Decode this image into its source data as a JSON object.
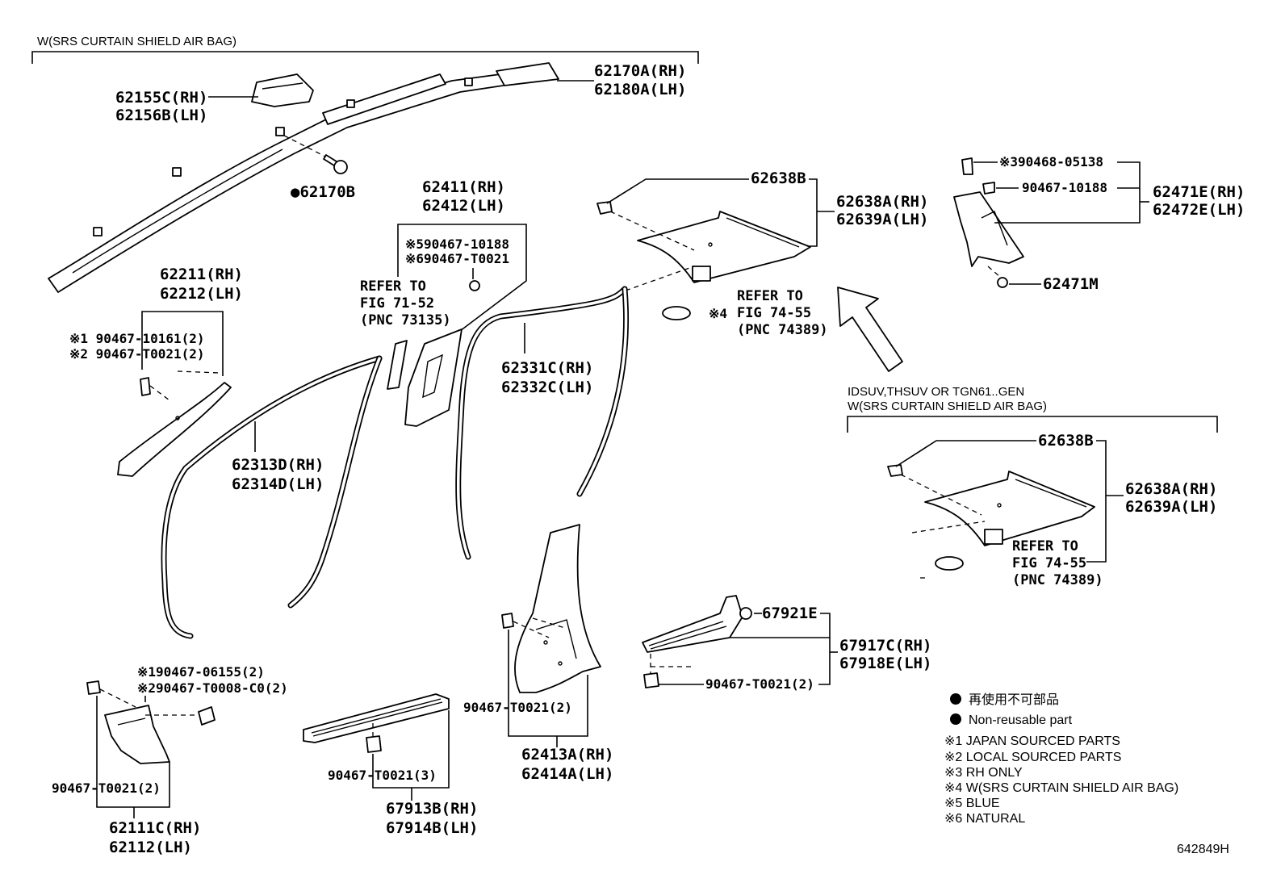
{
  "conditions": {
    "top": "W(SRS CURTAIN SHIELD AIR BAG)",
    "right_line1": "IDSUV,THSUV OR TGN61..GEN",
    "right_line2": "W(SRS CURTAIN SHIELD AIR BAG)"
  },
  "parts": {
    "p62155": [
      "62155C(RH)",
      "62156B(LH)"
    ],
    "p62170A": [
      "62170A(RH)",
      "62180A(LH)"
    ],
    "p62170B": "●62170B",
    "p62638B_top": "62638B",
    "p62638A_top": [
      "62638A(RH)",
      "62639A(LH)"
    ],
    "p90468": "※390468-05138",
    "p90467_10188": "90467-10188",
    "p62471E": [
      "62471E(RH)",
      "62472E(LH)"
    ],
    "p62471M": "62471M",
    "p62411": [
      "62411(RH)",
      "62412(LH)"
    ],
    "p62411_sub": [
      "※590467-10188",
      "※690467-T0021"
    ],
    "p62211": [
      "62211(RH)",
      "62212(LH)"
    ],
    "p62211_sub": [
      "※1 90467-10161(2)",
      "※2 90467-T0021(2)"
    ],
    "p62331": [
      "62331C(RH)",
      "62332C(LH)"
    ],
    "p62313": [
      "62313D(RH)",
      "62314D(LH)"
    ],
    "p62638B_right": "62638B",
    "p62638A_right": [
      "62638A(RH)",
      "62639A(LH)"
    ],
    "p67921E": "67921E",
    "p67917": [
      "67917C(RH)",
      "67918E(LH)"
    ],
    "p90467_67917": "90467-T0021(2)",
    "p62111_sub": [
      "※190467-06155(2)",
      "※290467-T0008-C0(2)"
    ],
    "p62111_clip": "90467-T0021(2)",
    "p62111": [
      "62111C(RH)",
      "62112(LH)"
    ],
    "p67913_clip": "90467-T0021(3)",
    "p67913": [
      "67913B(RH)",
      "67914B(LH)"
    ],
    "p62413_clip": "90467-T0021(2)",
    "p62413": [
      "62413A(RH)",
      "62414A(LH)"
    ],
    "ref4": "※4"
  },
  "refs": {
    "fig7152": [
      "REFER TO",
      "FIG 71-52",
      "(PNC 73135)"
    ],
    "fig7455_top": [
      "REFER TO",
      "FIG 74-55",
      "(PNC 74389)"
    ],
    "fig7455_right": [
      "REFER TO",
      "FIG 74-55",
      "(PNC 74389)"
    ]
  },
  "legend": {
    "jp": "再使用不可部品",
    "en": "Non-reusable part",
    "notes": [
      "※1 JAPAN SOURCED PARTS",
      "※2 LOCAL SOURCED PARTS",
      "※3 RH ONLY",
      "※4 W(SRS CURTAIN SHIELD AIR BAG)",
      "※5 BLUE",
      "※6 NATURAL"
    ]
  },
  "diagram_id": "642849H"
}
